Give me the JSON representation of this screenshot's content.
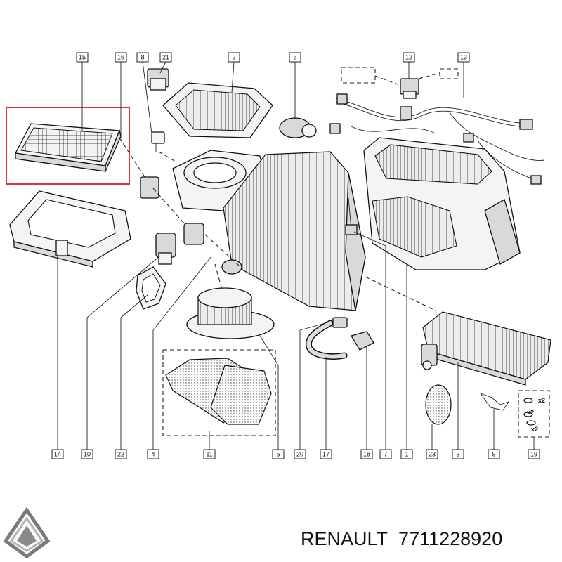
{
  "brand": {
    "name": "RENAULT",
    "part_number": "7711228920"
  },
  "highlighted_part": "15",
  "colors": {
    "highlight": "#d9363e",
    "line": "#222222",
    "logo": "#7a7a7a"
  },
  "callouts": {
    "c15": "15",
    "c16": "16",
    "c8": "8",
    "c21": "21",
    "c2": "2",
    "c6": "6",
    "c12": "12",
    "c13": "13",
    "c14": "14",
    "c10": "10",
    "c22": "22",
    "c4": "4",
    "c11": "11",
    "c5": "5",
    "c20": "20",
    "c17": "17",
    "c18": "18",
    "c7": "7",
    "c1": "1",
    "c23": "23",
    "c3": "3",
    "c9": "9",
    "c19": "19"
  },
  "quantity_marks": {
    "q1": "x2",
    "q2": "x2",
    "q3": "x2"
  },
  "logo_icon": "renault-diamond-icon"
}
